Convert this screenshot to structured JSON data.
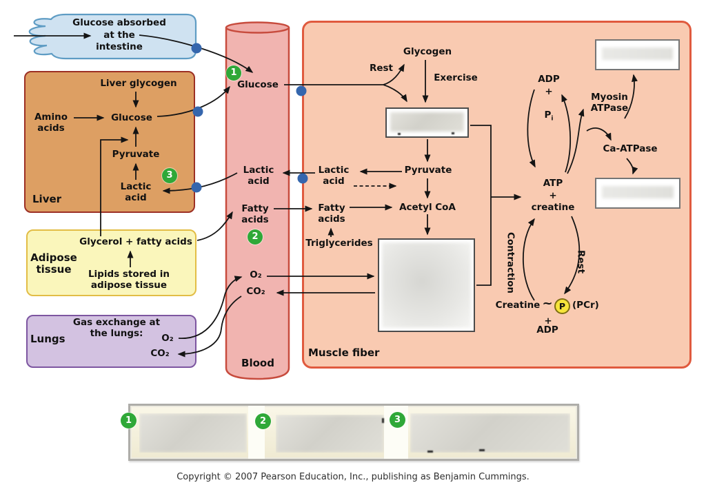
{
  "badges": {
    "n1": "1",
    "n2": "2",
    "n3": "3"
  },
  "intestine": {
    "caption": "Glucose absorbed\nat the\nintestine"
  },
  "liver": {
    "label": "Liver",
    "glycogen": "Liver glycogen",
    "amino_acids": "Amino\nacids",
    "glucose": "Glucose",
    "pyruvate": "Pyruvate",
    "lactic_acid": "Lactic\nacid"
  },
  "adipose": {
    "label": "Adipose\ntissue",
    "glycerol": "Glycerol + fatty acids",
    "lipids": "Lipids stored in\nadipose tissue"
  },
  "lungs": {
    "label": "Lungs",
    "gas_exchange": "Gas exchange at\nthe lungs:",
    "o2": "O₂",
    "co2": "CO₂"
  },
  "blood": {
    "label": "Blood",
    "glucose": "Glucose",
    "lactic_acid": "Lactic\nacid",
    "fatty_acids": "Fatty\nacids",
    "o2": "O₂",
    "co2": "CO₂"
  },
  "muscle": {
    "label": "Muscle fiber",
    "glycogen": "Glycogen",
    "rest": "Rest",
    "exercise": "Exercise",
    "pyruvate": "Pyruvate",
    "lactic_acid": "Lactic\nacid",
    "acetyl_coa": "Acetyl CoA",
    "fatty_acids": "Fatty\nacids",
    "triglycerides": "Triglycerides",
    "adp_plus": "ADP\n+",
    "p_base": "P",
    "p_sub": "i",
    "myosin_atpase": "Myosin\nATPase",
    "ca_atpase": "Ca-ATPase",
    "atp_creatine": "ATP\n+\ncreatine",
    "contraction": "Contraction",
    "rest_cycle": "Rest",
    "creatine": "Creatine",
    "tilde": "~",
    "phosphate": "P",
    "pcr": "(PCr)",
    "plus": "+",
    "adp": "ADP"
  },
  "footer": {
    "copyright": "Copyright © 2007 Pearson Education, Inc., publishing as Benjamin Cummings."
  },
  "colors": {
    "muscle_fill": "#f9cab1",
    "muscle_border": "#e05a3e",
    "blood_fill": "#f1b4b0",
    "blood_border": "#c74b3d",
    "intestine_fill": "#cfe2f1",
    "intestine_border": "#5e9cc4",
    "liver_fill": "#dd9f63",
    "liver_border": "#9c2f24",
    "adipose_fill": "#faf6bb",
    "adipose_border": "#e2bd45",
    "lungs_fill": "#d3c2e1",
    "lungs_border": "#7c55a0",
    "step_badge_green": "#2fa838",
    "junction_dot_blue": "#3566ad",
    "pcr_yellow": "#f6e43b"
  }
}
